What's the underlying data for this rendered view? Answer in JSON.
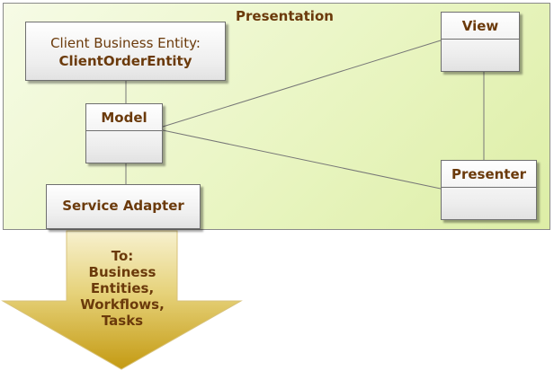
{
  "diagram": {
    "frame_title": "Presentation",
    "entity": {
      "line1": "Client Business Entity:",
      "line2": "ClientOrderEntity"
    },
    "model": "Model",
    "view": "View",
    "presenter": "Presenter",
    "adapter": "Service Adapter",
    "arrow_text": [
      "To:",
      "Business",
      "Entities,",
      "Workflows,",
      "Tasks"
    ]
  },
  "colors": {
    "label_text": "#6b3a0b",
    "frame_fill": "#e9f5c2",
    "arrow_gold": "#c9a21e"
  }
}
